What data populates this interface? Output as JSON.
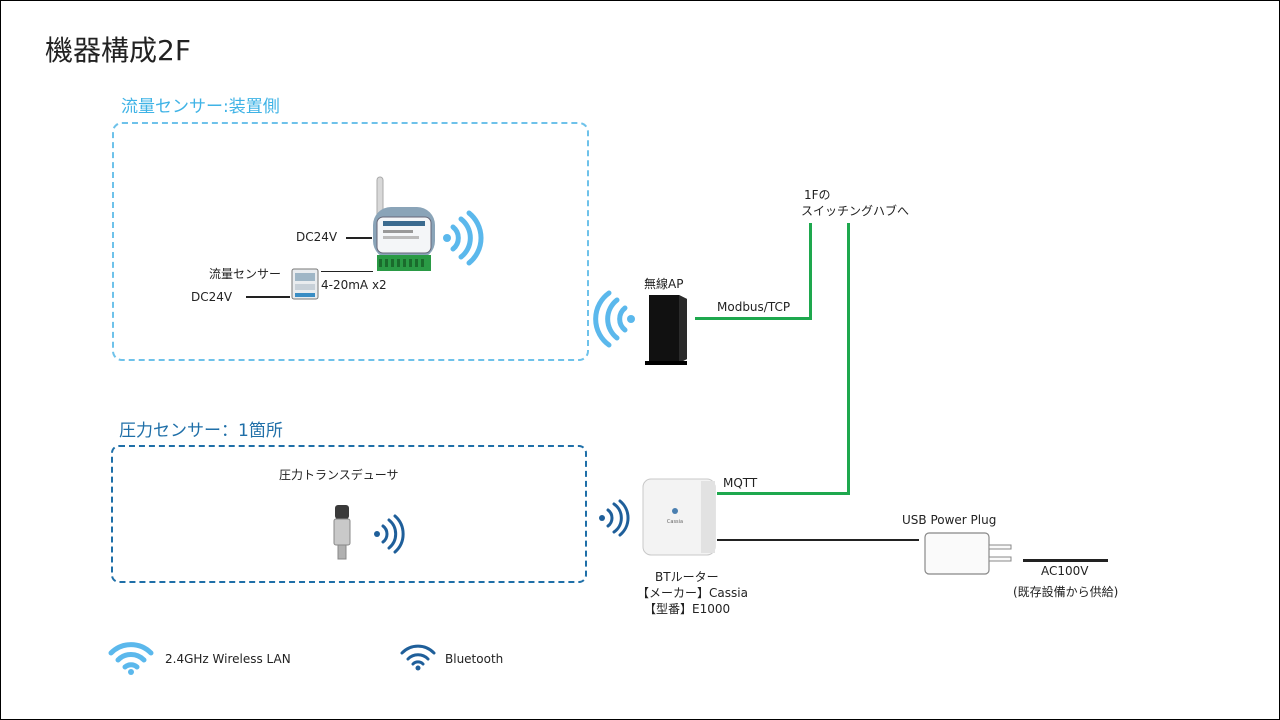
{
  "title": "機器構成2F",
  "sections": {
    "flow": "流量センサー:装置側",
    "pressure": "圧力センサー：1箇所"
  },
  "labels": {
    "dc24v_top": "DC24V",
    "flow_sensor": "流量センサー",
    "dc24v_bottom": "DC24V",
    "current_signal": "4-20mA x2",
    "wireless_ap": "無線AP",
    "modbus": "Modbus/TCP",
    "switch_hub_line1": "1Fの",
    "switch_hub_line2": "スイッチングハブへ",
    "pressure_transducer": "圧力トランスデューサ",
    "mqtt": "MQTT",
    "usb_plug": "USB Power Plug",
    "bt_router_line1": "BTルーター",
    "bt_router_line2": "【メーカー】Cassia",
    "bt_router_line3": "【型番】E1000",
    "ac_line1": "AC100V",
    "ac_line2": "(既存設備から供給)"
  },
  "legend": {
    "wifi": "2.4GHz Wireless LAN",
    "bluetooth": "Bluetooth"
  },
  "icons": {
    "wifi": "wifi-icon",
    "bluetooth": "bluetooth-signal-icon",
    "io_module": "io-module-icon",
    "flow_meter": "flow-meter-icon",
    "access_point": "wireless-ap-icon",
    "bt_router": "bt-router-icon",
    "pressure_sensor": "pressure-sensor-icon",
    "usb_plug": "usb-plug-icon"
  },
  "colors": {
    "wifi": "#5bb8ec",
    "bluetooth": "#1f5f9a",
    "network_line": "#1ea84e",
    "section_light": "#3fb3e6",
    "section_dark": "#1f6fa8"
  },
  "device_text": {
    "router_brand": "Cassia"
  }
}
